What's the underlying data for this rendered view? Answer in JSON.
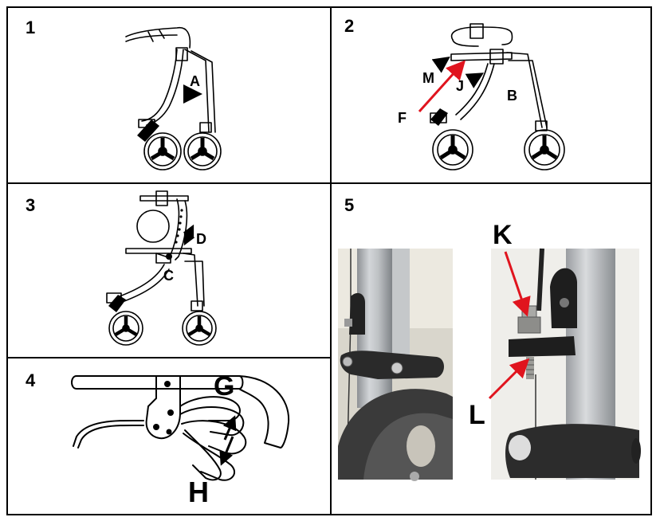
{
  "panels": [
    {
      "number": "1",
      "labels": {
        "a": "A"
      }
    },
    {
      "number": "2",
      "labels": {
        "m": "M",
        "j": "J",
        "b": "B",
        "f": "F"
      }
    },
    {
      "number": "3",
      "labels": {
        "c": "C",
        "d": "D"
      }
    },
    {
      "number": "4",
      "labels": {
        "g": "G",
        "h": "H"
      }
    },
    {
      "number": "5",
      "labels": {
        "k": "K",
        "l": "L"
      }
    }
  ],
  "colors": {
    "arrow_red": "#e0141e",
    "frame": "#000000",
    "pole": "#b9bcbf"
  }
}
